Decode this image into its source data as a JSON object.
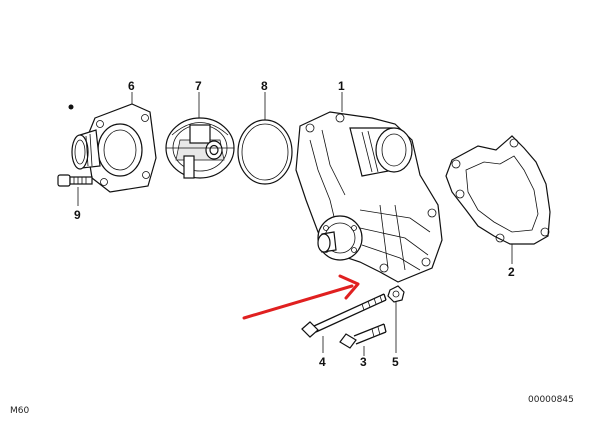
{
  "diagram": {
    "model_code": "M60",
    "part_number": "00000845",
    "callouts": [
      "6",
      "7",
      "8",
      "1",
      "9",
      "2",
      "4",
      "3",
      "5"
    ]
  },
  "colors": {
    "ink": "#111111",
    "arrow": "#e02020",
    "background": "#ffffff"
  }
}
